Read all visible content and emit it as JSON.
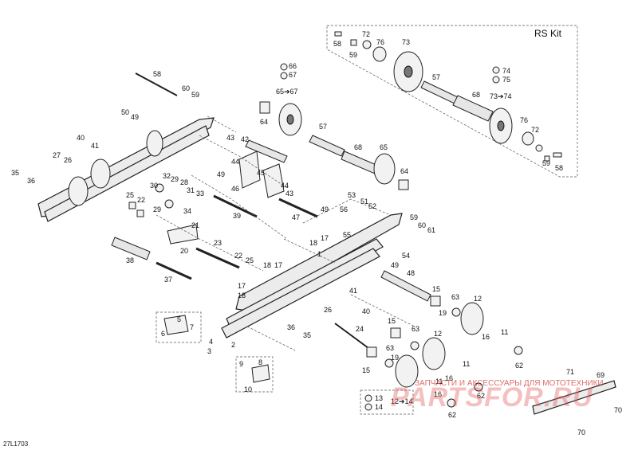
{
  "diagram": {
    "kit_title": "RS Kit",
    "drawing_code": "27L1703",
    "watermark_text": "ЗАПЧАСТИ И АКСЕССУАРЫ ДЛЯ МОТОТЕХНИКИ",
    "watermark_logo": "PARTSFOR.RU"
  },
  "callouts": [
    {
      "id": "c58a",
      "text": "58"
    },
    {
      "id": "c59a",
      "text": "59"
    },
    {
      "id": "c72a",
      "text": "72"
    },
    {
      "id": "c76a",
      "text": "76"
    },
    {
      "id": "c73a",
      "text": "73"
    },
    {
      "id": "c57a",
      "text": "57"
    },
    {
      "id": "c68a",
      "text": "68"
    },
    {
      "id": "c74",
      "text": "74"
    },
    {
      "id": "c75",
      "text": "75"
    },
    {
      "id": "c7374",
      "text": "73➔74"
    },
    {
      "id": "c76b",
      "text": "76"
    },
    {
      "id": "c72b",
      "text": "72"
    },
    {
      "id": "c59b",
      "text": "59"
    },
    {
      "id": "c58b",
      "text": "58"
    },
    {
      "id": "c58c",
      "text": "58"
    },
    {
      "id": "c60a",
      "text": "60"
    },
    {
      "id": "c59c",
      "text": "59"
    },
    {
      "id": "c66",
      "text": "66"
    },
    {
      "id": "c67",
      "text": "67"
    },
    {
      "id": "c6567",
      "text": "65➔67"
    },
    {
      "id": "c64a",
      "text": "64"
    },
    {
      "id": "c57b",
      "text": "57"
    },
    {
      "id": "c68b",
      "text": "68"
    },
    {
      "id": "c65",
      "text": "65"
    },
    {
      "id": "c64b",
      "text": "64"
    },
    {
      "id": "c50",
      "text": "50"
    },
    {
      "id": "c49a",
      "text": "49"
    },
    {
      "id": "c40",
      "text": "40"
    },
    {
      "id": "c41a",
      "text": "41"
    },
    {
      "id": "c27",
      "text": "27"
    },
    {
      "id": "c26a",
      "text": "26"
    },
    {
      "id": "c35a",
      "text": "35"
    },
    {
      "id": "c36a",
      "text": "36"
    },
    {
      "id": "c43a",
      "text": "43"
    },
    {
      "id": "c42",
      "text": "42"
    },
    {
      "id": "c44a",
      "text": "44"
    },
    {
      "id": "c45",
      "text": "45"
    },
    {
      "id": "c49b",
      "text": "49"
    },
    {
      "id": "c46",
      "text": "46"
    },
    {
      "id": "c44b",
      "text": "44"
    },
    {
      "id": "c43b",
      "text": "43"
    },
    {
      "id": "c32",
      "text": "32"
    },
    {
      "id": "c30",
      "text": "30"
    },
    {
      "id": "c29a",
      "text": "29"
    },
    {
      "id": "c28",
      "text": "28"
    },
    {
      "id": "c31",
      "text": "31"
    },
    {
      "id": "c33",
      "text": "33"
    },
    {
      "id": "c29b",
      "text": "29"
    },
    {
      "id": "c34",
      "text": "34"
    },
    {
      "id": "c25a",
      "text": "25"
    },
    {
      "id": "c22a",
      "text": "22"
    },
    {
      "id": "c39",
      "text": "39"
    },
    {
      "id": "c47",
      "text": "47"
    },
    {
      "id": "c49c",
      "text": "49"
    },
    {
      "id": "c53",
      "text": "53"
    },
    {
      "id": "c56",
      "text": "56"
    },
    {
      "id": "c51",
      "text": "51"
    },
    {
      "id": "c52",
      "text": "52"
    },
    {
      "id": "c55",
      "text": "55"
    },
    {
      "id": "c59d",
      "text": "59"
    },
    {
      "id": "c60b",
      "text": "60"
    },
    {
      "id": "c61",
      "text": "61"
    },
    {
      "id": "c54",
      "text": "54"
    },
    {
      "id": "c21",
      "text": "21"
    },
    {
      "id": "c20",
      "text": "20"
    },
    {
      "id": "c23",
      "text": "23"
    },
    {
      "id": "c38",
      "text": "38"
    },
    {
      "id": "c22b",
      "text": "22"
    },
    {
      "id": "c25b",
      "text": "25"
    },
    {
      "id": "c37",
      "text": "37"
    },
    {
      "id": "c18a",
      "text": "18"
    },
    {
      "id": "c17a",
      "text": "17"
    },
    {
      "id": "c1",
      "text": "1"
    },
    {
      "id": "c18b",
      "text": "18"
    },
    {
      "id": "c17b",
      "text": "17"
    },
    {
      "id": "c49d",
      "text": "49"
    },
    {
      "id": "c48",
      "text": "48"
    },
    {
      "id": "c17c",
      "text": "17"
    },
    {
      "id": "c18c",
      "text": "18"
    },
    {
      "id": "c41b",
      "text": "41"
    },
    {
      "id": "c15a",
      "text": "15"
    },
    {
      "id": "c63a",
      "text": "63"
    },
    {
      "id": "c12a",
      "text": "12"
    },
    {
      "id": "c19a",
      "text": "19"
    },
    {
      "id": "c26b",
      "text": "26"
    },
    {
      "id": "c40b",
      "text": "40"
    },
    {
      "id": "c15b",
      "text": "15"
    },
    {
      "id": "c24",
      "text": "24"
    },
    {
      "id": "c63b",
      "text": "63"
    },
    {
      "id": "c12b",
      "text": "12"
    },
    {
      "id": "c16a",
      "text": "16"
    },
    {
      "id": "c11a",
      "text": "11"
    },
    {
      "id": "c5",
      "text": "5"
    },
    {
      "id": "c6",
      "text": "6"
    },
    {
      "id": "c7",
      "text": "7"
    },
    {
      "id": "c4",
      "text": "4"
    },
    {
      "id": "c3",
      "text": "3"
    },
    {
      "id": "c2",
      "text": "2"
    },
    {
      "id": "c36b",
      "text": "36"
    },
    {
      "id": "c35b",
      "text": "35"
    },
    {
      "id": "c63c",
      "text": "63"
    },
    {
      "id": "c19b",
      "text": "19"
    },
    {
      "id": "c15c",
      "text": "15"
    },
    {
      "id": "c62a",
      "text": "62"
    },
    {
      "id": "c9",
      "text": "9"
    },
    {
      "id": "c8",
      "text": "8"
    },
    {
      "id": "c10",
      "text": "10"
    },
    {
      "id": "c11b",
      "text": "11"
    },
    {
      "id": "c16b",
      "text": "16"
    },
    {
      "id": "c11c",
      "text": "11"
    },
    {
      "id": "c62b",
      "text": "62"
    },
    {
      "id": "c13",
      "text": "13"
    },
    {
      "id": "c14",
      "text": "14"
    },
    {
      "id": "c1214",
      "text": "12➔14"
    },
    {
      "id": "c16c",
      "text": "16"
    },
    {
      "id": "c62c",
      "text": "62"
    },
    {
      "id": "c71",
      "text": "71"
    },
    {
      "id": "c69",
      "text": "69"
    },
    {
      "id": "c70a",
      "text": "70"
    },
    {
      "id": "c70b",
      "text": "70"
    }
  ]
}
